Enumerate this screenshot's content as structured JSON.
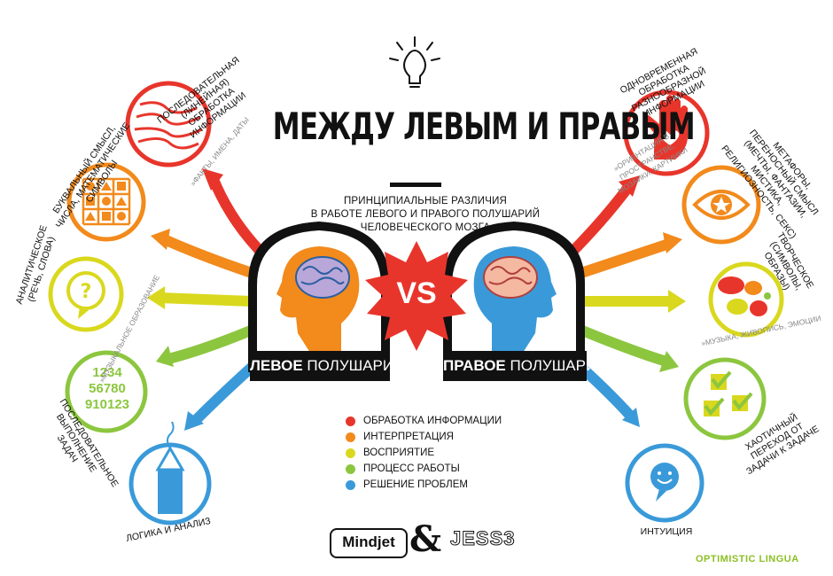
{
  "title": "МЕЖДУ ЛЕВЫМ И ПРАВЫМ",
  "subtitle": [
    "ПРИНЦИПИАЛЬНЫЕ РАЗЛИЧИЯ",
    "В РАБОТЕ ЛЕВОГО И ПРАВОГО ПОЛУШАРИЙ",
    "ЧЕЛОВЕЧЕСКОГО МОЗГА"
  ],
  "vs_label": "VS",
  "left_hemisphere": {
    "bold": "ЛЕВОЕ",
    "rest": " ПОЛУШАРИЕ"
  },
  "right_hemisphere": {
    "bold": "ПРАВОЕ",
    "rest": " ПОЛУШАРИЕ"
  },
  "legend": [
    {
      "label": "ОБРАБОТКА ИНФОРМАЦИИ",
      "color": "#e8352b"
    },
    {
      "label": "ИНТЕРПРЕТАЦИЯ",
      "color": "#f28a1c"
    },
    {
      "label": "ВОСПРИЯТИЕ",
      "color": "#d9d81e"
    },
    {
      "label": "ПРОЦЕСС РАБОТЫ",
      "color": "#8cc63f"
    },
    {
      "label": "РЕШЕНИЕ ПРОБЛЕМ",
      "color": "#3a9ad9"
    }
  ],
  "left_items": [
    {
      "label": "ПОСЛЕДОВАТЕЛЬНАЯ (ЛИНЕЙНАЯ) ОБРАБОТКА ИНФОРМАЦИИ",
      "note": "»ФАКТЫ, ИМЕНА, ДАТЫ"
    },
    {
      "label": "БУКВАЛЬНЫЙ СМЫСЛ, ЧИСЛА, МАТЕМАТИЧЕСКИЕ СИМВОЛЫ",
      "note": ""
    },
    {
      "label": "АНАЛИТИЧЕСКОЕ (РЕЧЬ, СЛОВА)",
      "note": "»МУЗЫКАЛЬНОЕ ОБРАЗОВАНИЕ"
    },
    {
      "label": "ПОСЛЕДОВАТЕЛЬНОЕ ВЫПОЛНЕНИЕ ЗАДАЧ",
      "note": ""
    },
    {
      "label": "ЛОГИКА И АНАЛИЗ",
      "note": ""
    }
  ],
  "right_items": [
    {
      "label": "ОДНОВРЕМЕННАЯ ОБРАБОТКА РАЗНООБРАЗНОЙ ИНФОРМАЦИИ",
      "note": "»ОРИЕНТАЦИЯ В ПРОСТРАНСТВЕ, МОЗАИКИ, КАРТИНКИ"
    },
    {
      "label": "МЕТАФОРЫ, ПЕРЕНОСНЫЙ СМЫСЛ (МЕЧТЫ, ФАНТАЗИИ, МИСТИКА, РЕЛИГИОЗНОСТЬ, СЕКС)",
      "note": ""
    },
    {
      "label": "ТВОРЧЕСКОЕ (СИМВОЛЫ, ОБРАЗЫ)",
      "note": "»МУЗЫКА, ЖИВОПИСЬ, ЭМОЦИИ"
    },
    {
      "label": "ХАОТИЧНЫЙ ПЕРЕХОД ОТ ЗАДАЧИ К ЗАДАЧЕ",
      "note": ""
    },
    {
      "label": "ИНТУИЦИЯ",
      "note": ""
    }
  ],
  "numbers_icon": [
    "1234",
    "56780",
    "910123"
  ],
  "logos": {
    "mindjet": "Mindjet",
    "amp": "&",
    "jess": "JESS3"
  },
  "brand": "OPTIMISTIC LINGUA",
  "colors": {
    "red": "#e8352b",
    "orange": "#f28a1c",
    "yellow": "#d9d81e",
    "green": "#8cc63f",
    "blue": "#3a9ad9",
    "head_left": "#f28a1c",
    "head_right": "#3a9ad9",
    "brain": "#b9a7d9"
  }
}
